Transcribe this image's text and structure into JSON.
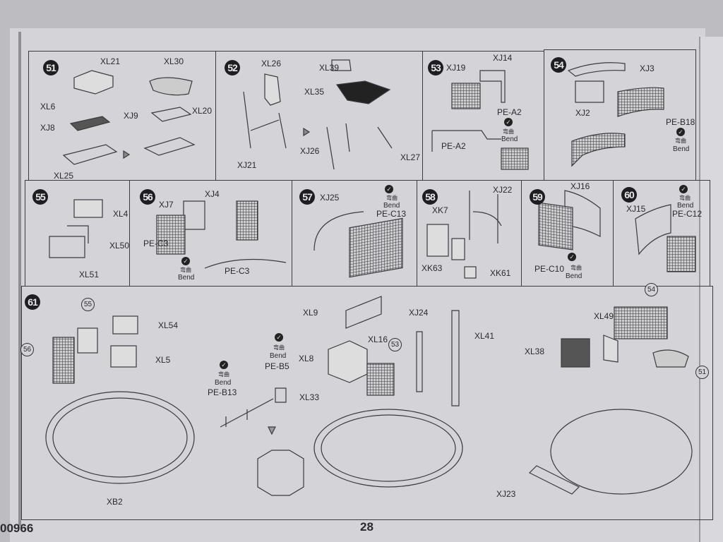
{
  "page": {
    "catalog_number": "00966",
    "page_number": "28"
  },
  "bend_cn": "弯曲",
  "bend_en": "Bend",
  "steps": {
    "s51": {
      "number": "51",
      "labels": [
        "XL21",
        "XL30",
        "XL6",
        "XJ9",
        "XJ8",
        "XL20",
        "XL25"
      ]
    },
    "s52": {
      "number": "52",
      "labels": [
        "XL26",
        "XL39",
        "XL35",
        "XJ26",
        "XJ21",
        "XL27"
      ]
    },
    "s53": {
      "number": "53",
      "labels": [
        "XJ19",
        "XJ14",
        "PE-A2",
        "PE-A2"
      ]
    },
    "s54": {
      "number": "54",
      "labels": [
        "XJ3",
        "XJ2",
        "PE-B18"
      ]
    },
    "s55": {
      "number": "55",
      "labels": [
        "XL4",
        "XL50",
        "XL51"
      ]
    },
    "s56": {
      "number": "56",
      "labels": [
        "XJ4",
        "XJ7",
        "PE-C3",
        "PE-C3"
      ]
    },
    "s57": {
      "number": "57",
      "labels": [
        "XJ25",
        "PE-C13"
      ]
    },
    "s58": {
      "number": "58",
      "labels": [
        "XJ22",
        "XK7",
        "XK63",
        "XK61"
      ]
    },
    "s59": {
      "number": "59",
      "labels": [
        "XJ16",
        "PE-C10"
      ]
    },
    "s60": {
      "number": "60",
      "labels": [
        "XJ15",
        "PE-C12"
      ]
    },
    "s61": {
      "number": "61",
      "refs": [
        "55",
        "56",
        "53",
        "54",
        "51"
      ],
      "labels": [
        "XL54",
        "XL5",
        "XB2",
        "PE-B13",
        "PE-B5",
        "XL33",
        "XL9",
        "XL16",
        "XL8",
        "XJ24",
        "XL41",
        "XL49",
        "XL38",
        "XJ23"
      ]
    }
  }
}
